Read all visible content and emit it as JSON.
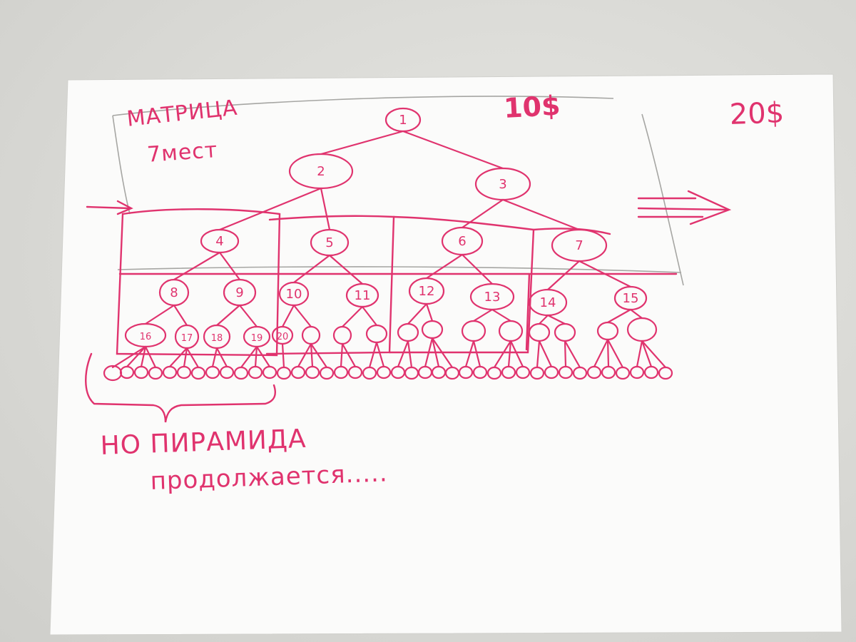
{
  "sketch": {
    "title_line1": "МАТРИЦА",
    "title_line2": "7мест",
    "price_left": "10$",
    "price_right": "20$",
    "caption_line1": "НО ПИРАМИДА",
    "caption_line2": "продолжается.....",
    "ink_color": "#e0336e",
    "pencil_color": "#8a8a86"
  },
  "tree": {
    "numbered_nodes": [
      "1",
      "2",
      "3",
      "4",
      "5",
      "6",
      "7",
      "8",
      "9",
      "10",
      "11",
      "12",
      "13",
      "14",
      "15",
      "16",
      "17",
      "18",
      "19",
      "20"
    ]
  }
}
